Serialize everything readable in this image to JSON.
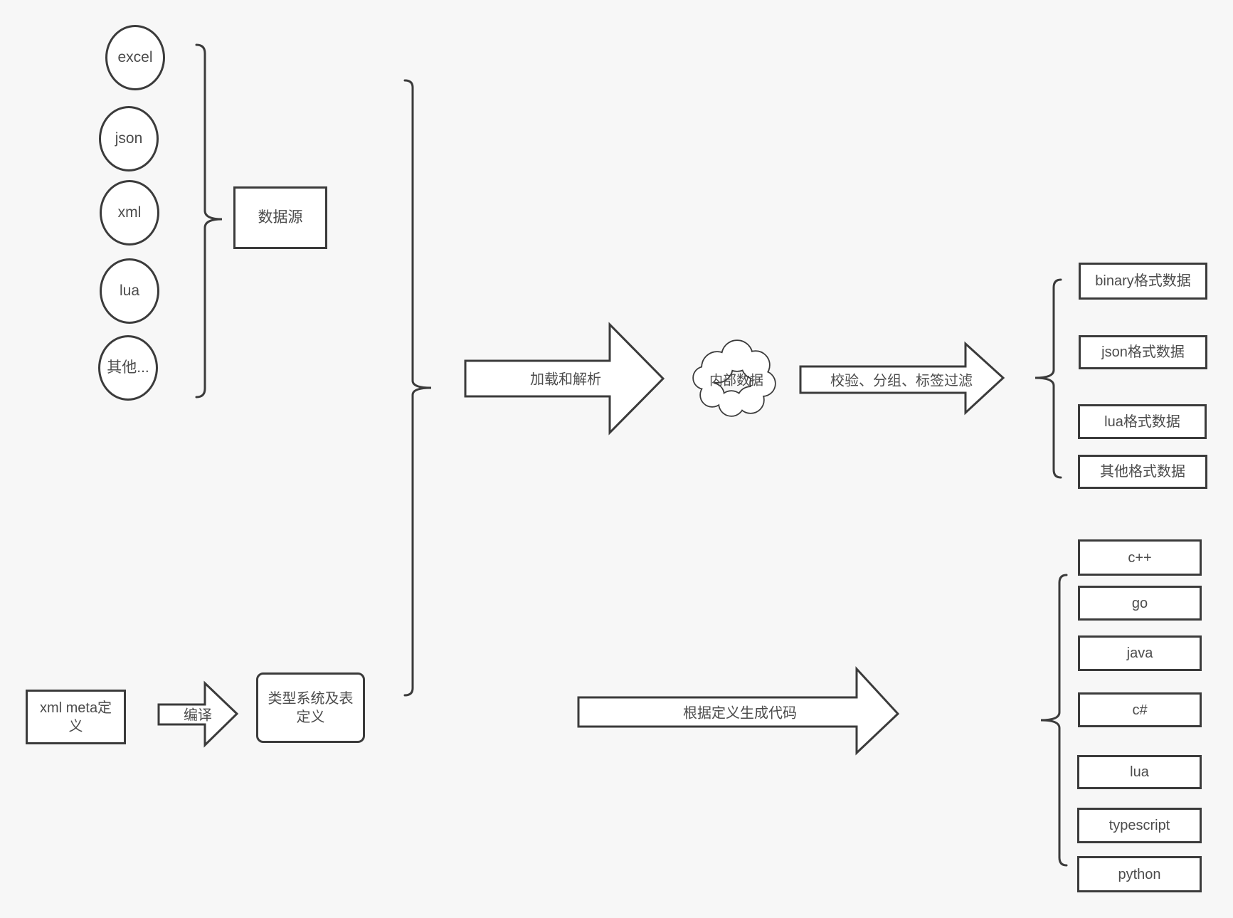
{
  "colors": {
    "background": "#f7f7f7",
    "node_fill": "#ffffff",
    "stroke": "#3b3b3b",
    "text": "#4c4c4c"
  },
  "sources": {
    "group_label": "数据源",
    "items": [
      {
        "label": "excel"
      },
      {
        "label": "json"
      },
      {
        "label": "xml"
      },
      {
        "label": "lua"
      },
      {
        "label": "其他..."
      }
    ]
  },
  "pipeline": {
    "load_arrow_label": "加载和解析",
    "cloud_label": "内部数据",
    "filter_arrow_label": "校验、分组、标签过滤",
    "outputs": [
      {
        "label": "binary格式数据"
      },
      {
        "label": "json格式数据"
      },
      {
        "label": "lua格式数据"
      },
      {
        "label": "其他格式数据"
      }
    ]
  },
  "codegen": {
    "meta_box": {
      "line1": "xml meta定",
      "line2": "义"
    },
    "compile_arrow_label": "编译",
    "type_box": {
      "line1": "类型系统及表",
      "line2": "定义"
    },
    "codegen_arrow_label": "根据定义生成代码",
    "languages": [
      {
        "label": "c++"
      },
      {
        "label": "go"
      },
      {
        "label": "java"
      },
      {
        "label": "c#"
      },
      {
        "label": "lua"
      },
      {
        "label": "typescript"
      },
      {
        "label": "python"
      }
    ]
  }
}
